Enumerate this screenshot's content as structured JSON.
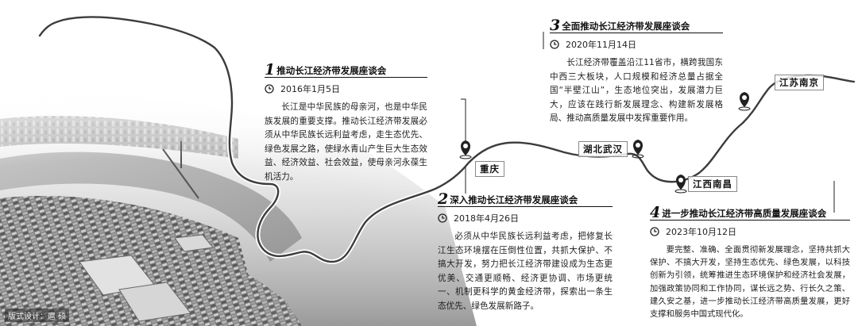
{
  "events": [
    {
      "number": "1",
      "title": "推动长江经济带发展座谈会",
      "date": "2016年1月5日",
      "text": "长江是中华民族的母亲河，也是中华民族发展的重要支撑。推动长江经济带发展必须从中华民族长远利益考虑，走生态优先、绿色发展之路，使绿水青山产生巨大生态效益、经济效益、社会效益，使母亲河永葆生机活力。"
    },
    {
      "number": "2",
      "title": "深入推动长江经济带发展座谈会",
      "date": "2018年4月26日",
      "text": "必须从中华民族长远利益考虑，把修复长江生态环境摆在压倒性位置，共抓大保护、不搞大开发，努力把长江经济带建设成为生态更优美、交通更顺畅、经济更协调、市场更统一、机制更科学的黄金经济带，探索出一条生态优先、绿色发展新路子。"
    },
    {
      "number": "3",
      "title": "全面推动长江经济带发展座谈会",
      "date": "2020年11月14日",
      "text": "长江经济带覆盖沿江11省市，横跨我国东中西三大板块，人口规模和经济总量占据全国“半壁江山”，生态地位突出，发展潜力巨大，应该在践行新发展理念、构建新发展格局、推动高质量发展中发挥重要作用。"
    },
    {
      "number": "4",
      "title": "进一步推动长江经济带高质量发展座谈会",
      "date": "2023年10月12日",
      "text": "要完整、准确、全面贯彻新发展理念，坚持共抓大保护、不搞大开发，坚持生态优先、绿色发展，以科技创新为引领，统筹推进生态环境保护和经济社会发展，加强政策协同和工作协同，谋长远之势、行长久之策、建久安之基，进一步推动长江经济带高质量发展，更好支撑和服务中国式现代化。"
    }
  ],
  "cities": {
    "chongqing": "重庆",
    "wuhan": "湖北武汉",
    "nanchang": "江西南昌",
    "nanjing": "江苏南京"
  },
  "credit": "版式设计：扈 硕",
  "icons": {
    "clock": "clock-icon",
    "pin": "map-pin-icon"
  }
}
